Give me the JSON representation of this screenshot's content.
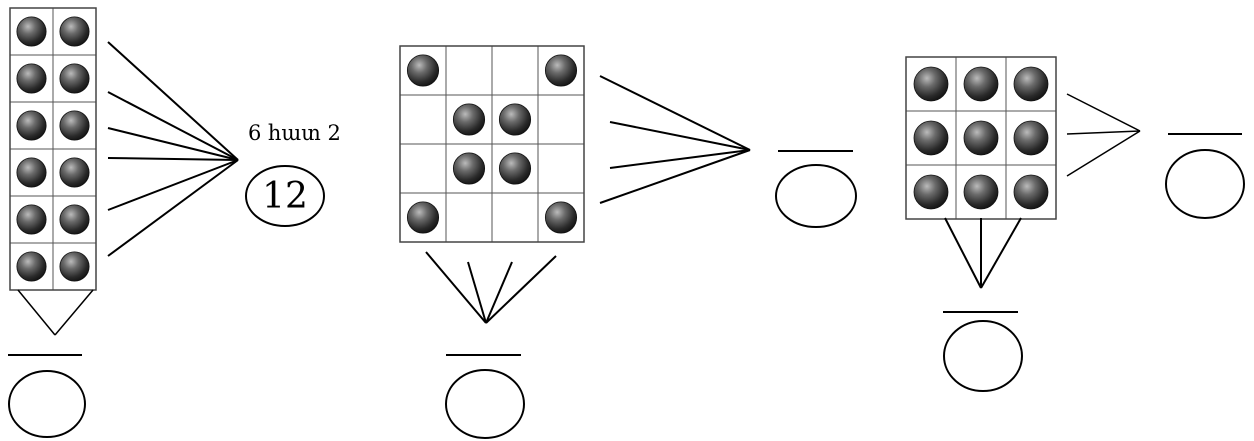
{
  "colors": {
    "ink": "#000000",
    "ball_light": "#b9b9b9",
    "ball_mid": "#5a5a5a",
    "ball_dark": "#151515"
  },
  "exercises": [
    {
      "grid": {
        "rows": 6,
        "cols": 2,
        "balls": [
          [
            0,
            0
          ],
          [
            0,
            1
          ],
          [
            1,
            0
          ],
          [
            1,
            1
          ],
          [
            2,
            0
          ],
          [
            2,
            1
          ],
          [
            3,
            0
          ],
          [
            3,
            1
          ],
          [
            4,
            0
          ],
          [
            4,
            1
          ],
          [
            5,
            0
          ],
          [
            5,
            1
          ]
        ]
      },
      "right": {
        "label": "6  հատ 2",
        "answer": "12"
      },
      "bottom": {
        "label": "",
        "answer": ""
      }
    },
    {
      "grid": {
        "rows": 4,
        "cols": 4,
        "balls": [
          [
            0,
            0
          ],
          [
            0,
            3
          ],
          [
            1,
            1
          ],
          [
            1,
            2
          ],
          [
            2,
            1
          ],
          [
            2,
            2
          ],
          [
            3,
            0
          ],
          [
            3,
            3
          ]
        ]
      },
      "right": {
        "label": "",
        "answer": ""
      },
      "bottom": {
        "label": "",
        "answer": ""
      }
    },
    {
      "grid": {
        "rows": 3,
        "cols": 3,
        "balls": [
          [
            0,
            0
          ],
          [
            0,
            1
          ],
          [
            0,
            2
          ],
          [
            1,
            0
          ],
          [
            1,
            1
          ],
          [
            1,
            2
          ],
          [
            2,
            0
          ],
          [
            2,
            1
          ],
          [
            2,
            2
          ]
        ]
      },
      "right": {
        "label": "",
        "answer": ""
      },
      "bottom": {
        "label": "",
        "answer": ""
      }
    }
  ]
}
